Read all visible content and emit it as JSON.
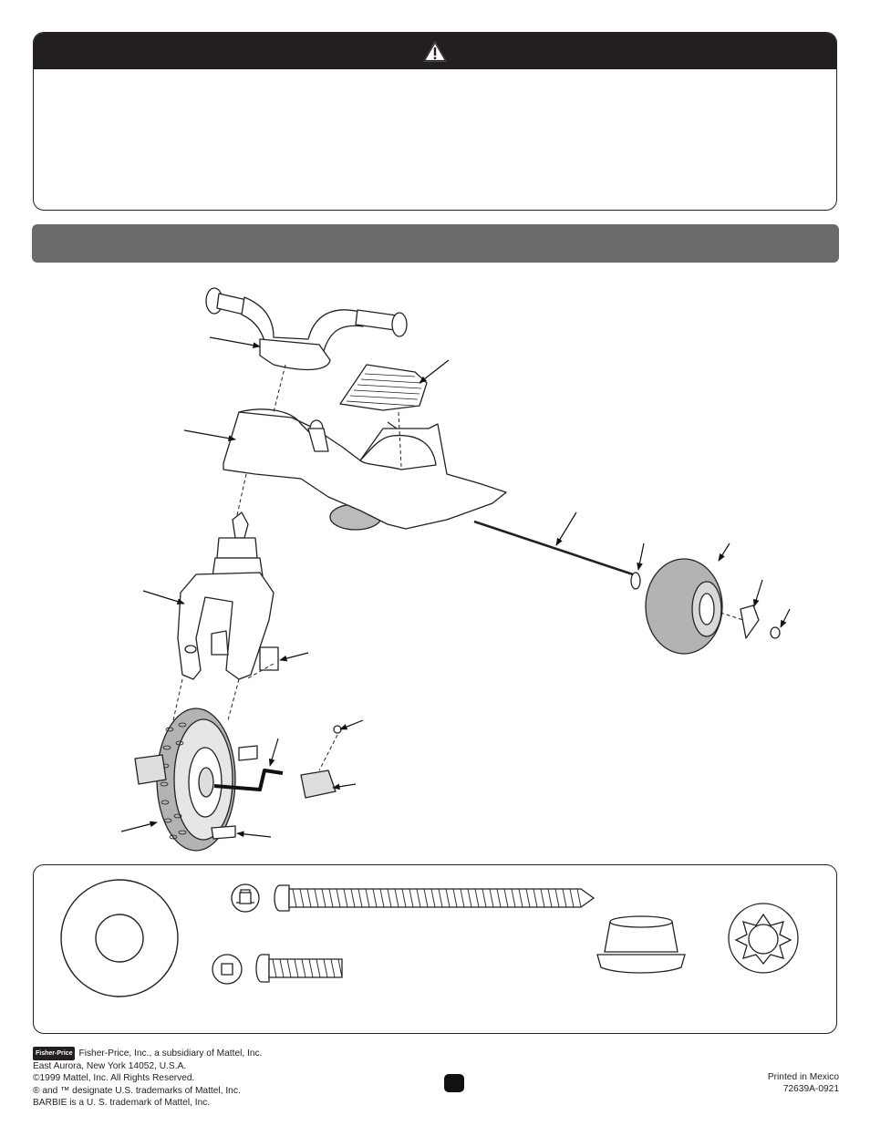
{
  "warning": {
    "icon": "warning-triangle-icon"
  },
  "diagram": {
    "name": "tricycle-exploded-view"
  },
  "parts": {
    "items": [
      "washer",
      "long-screw",
      "short-screw",
      "cap-nut",
      "star-washer"
    ]
  },
  "footer": {
    "logo_text": "Fisher-Price",
    "company_line": "Fisher-Price, Inc., a subsidiary of Mattel, Inc.",
    "address_line": "East Aurora, New York 14052, U.S.A.",
    "copyright_line": "©1999 Mattel, Inc. All Rights Reserved.",
    "trademark_line": "® and ™ designate U.S. trademarks of Mattel, Inc.",
    "barbie_line": "BARBIE is a U. S. trademark of Mattel, Inc.",
    "printed_line": "Printed in Mexico",
    "code_line": "72639A-0921"
  },
  "colors": {
    "dark": "#231f20",
    "bar_grey": "#6a6a6a",
    "wheel_grey": "#b3b3b3"
  }
}
